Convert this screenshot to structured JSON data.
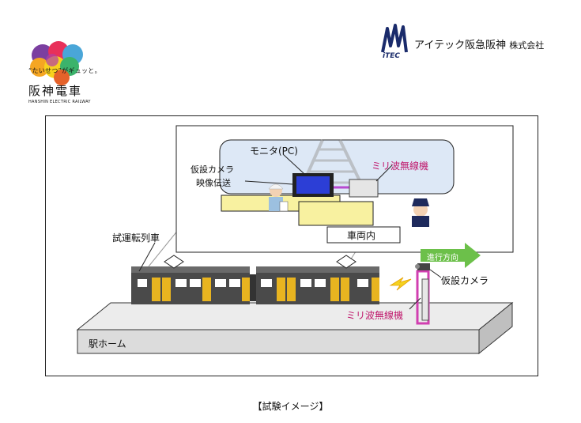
{
  "header": {
    "left_logo": {
      "tagline": "“たいせつ”がギュッと。",
      "company_name": "阪神電車",
      "company_name_en": "HANSHIN ELECTRIC RAILWAY"
    },
    "right_logo": {
      "mark_text": "iTEC",
      "company_name": "アイテック阪急阪神",
      "company_suffix": "株式会社"
    }
  },
  "diagram": {
    "inset_labels": {
      "monitor": "モニタ(PC)",
      "camera_transmit_line1": "仮設カメラ",
      "camera_transmit_line2": "映像伝送",
      "wireless_inside": "ミリ波無線機",
      "vehicle_interior": "車両内"
    },
    "main_labels": {
      "test_train": "試運転列車",
      "direction": "進行方向",
      "temp_camera": "仮設カメラ",
      "wireless_platform": "ミリ波無線機",
      "platform": "駅ホーム"
    },
    "colors": {
      "inset_bg": "#dde8f6",
      "train_body": "#4a4a4a",
      "train_door": "#e8b420",
      "wireless_label": "#c0186c",
      "arrow_green": "#6cc04a",
      "platform_top": "#ececec",
      "pole_magenta": "#d13fb0",
      "desk_yellow": "#f8f1a0"
    }
  },
  "caption": "【試験イメージ】"
}
